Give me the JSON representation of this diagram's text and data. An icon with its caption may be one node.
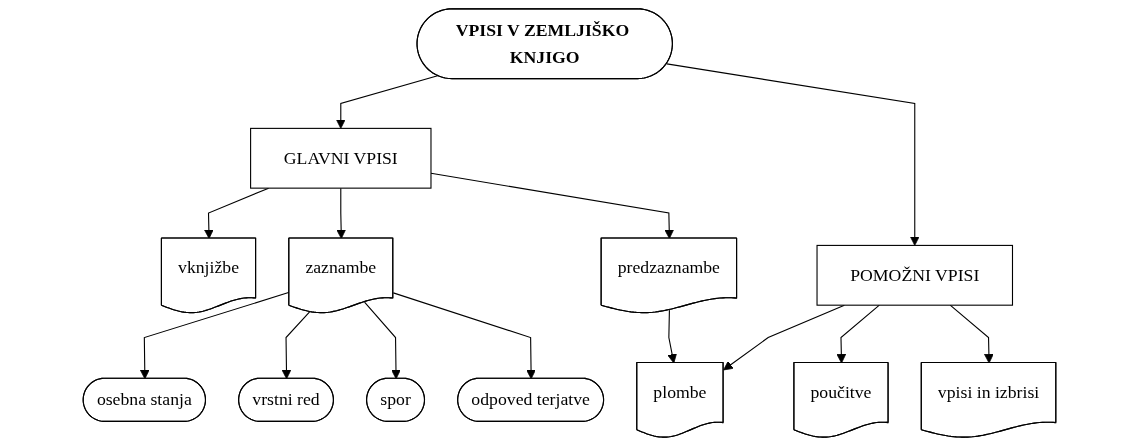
{
  "diagram": {
    "nodes": [
      {
        "text": [
          "VPISI V ZEMLJIŠKO KNJIGO"
        ]
      },
      {
        "text": [
          "GLAVNI VPISI"
        ]
      },
      {
        "text": [
          "POMOŽNI VPISI"
        ]
      },
      {
        "text": [
          "vknjižbe"
        ]
      },
      {
        "text": [
          "zaznambe"
        ]
      },
      {
        "text": [
          "predzaznambe"
        ]
      },
      {
        "text": [
          "plombe"
        ]
      },
      {
        "text": [
          "poučitve"
        ]
      },
      {
        "text": [
          "vpisi in izbrisi"
        ]
      },
      {
        "text": [
          "osebna stanja"
        ]
      },
      {
        "text": [
          "vrstni red"
        ]
      },
      {
        "text": [
          "spor"
        ]
      },
      {
        "text": [
          "odpoved terjatve"
        ]
      }
    ],
    "edges": [
      {
        "from": 0,
        "to": 1,
        "arrow": "to"
      },
      {
        "from": 0,
        "to": 2,
        "arrow": "to"
      },
      {
        "from": 1,
        "to": 3,
        "arrow": "to"
      },
      {
        "from": 1,
        "to": 4,
        "arrow": "to"
      },
      {
        "from": 1,
        "to": 5,
        "arrow": "to"
      },
      {
        "from": 2,
        "to": 6,
        "arrow": "to"
      },
      {
        "from": 2,
        "to": 7,
        "arrow": "to"
      },
      {
        "from": 2,
        "to": 8,
        "arrow": "to"
      },
      {
        "from": 5,
        "to": 6,
        "arrow": "to"
      },
      {
        "from": 4,
        "to": 9,
        "arrow": "to"
      },
      {
        "from": 4,
        "to": 10,
        "arrow": "to"
      },
      {
        "from": 4,
        "to": 11,
        "arrow": "to"
      },
      {
        "from": 4,
        "to": 12,
        "arrow": "to"
      }
    ]
  }
}
